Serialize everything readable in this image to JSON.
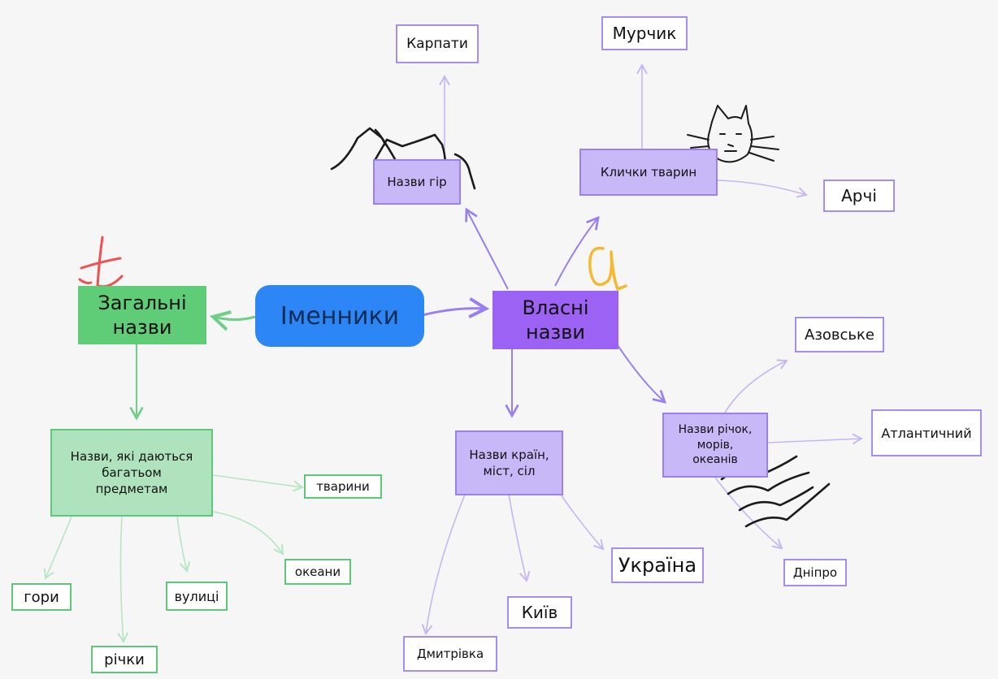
{
  "root": {
    "label": "Іменники"
  },
  "common": {
    "label": "Загальні\nназви",
    "group": "Назви, які даються\nбагатьом\nпредметам",
    "leaves": [
      "тварини",
      "океани",
      "гори",
      "вулиці",
      "річки"
    ]
  },
  "proper": {
    "label": "Власні\nназви",
    "mountains": {
      "label": "Назви гір",
      "leaves": [
        "Карпати"
      ]
    },
    "animals": {
      "label": "Клички тварин",
      "leaves": [
        "Мурчик",
        "Арчі"
      ]
    },
    "waters": {
      "label": "Назви річок,\nморів,\nокеанів",
      "leaves": [
        "Азовське",
        "Атлантичний",
        "Дніпро"
      ]
    },
    "places": {
      "label": "Назви країн,\nміст, сіл",
      "leaves": [
        "Україна",
        "Київ",
        "Дмитрівка"
      ]
    }
  },
  "colors": {
    "root": "#2d86f5",
    "proper_hub": "#9b62f3",
    "proper_mid": "#c9b8f7",
    "proper_line": "#a98cf2",
    "common_hub": "#5fcd78",
    "common_mid": "#aee3bd",
    "common_line": "#7fd596",
    "sketch": "#1b1b1b",
    "mark_red": "#f0504f",
    "mark_yellow": "#f5b82e"
  },
  "icons": [
    "mountain-sketch",
    "cat-sketch",
    "waves-sketch",
    "letter-t-mark",
    "letter-a-mark"
  ]
}
